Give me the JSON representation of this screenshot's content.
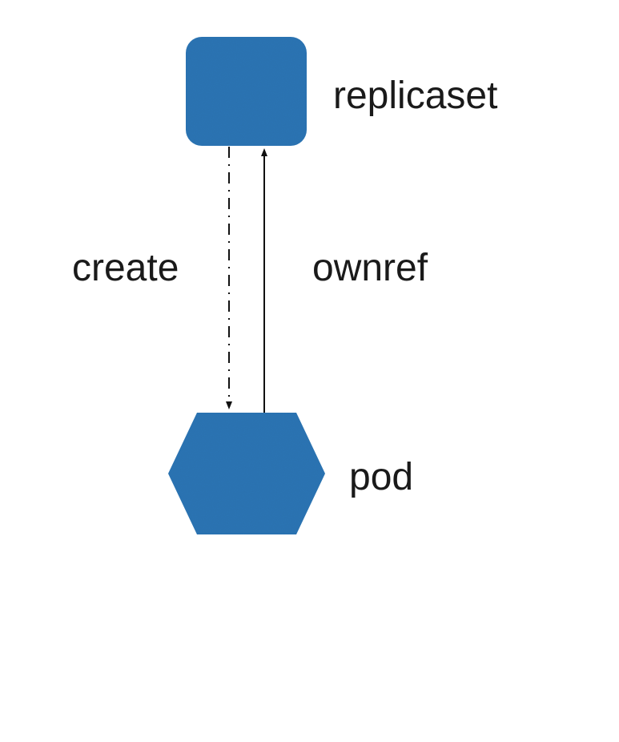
{
  "diagram": {
    "colors": {
      "node_fill": "#2f76b5",
      "line": "#111111",
      "background": "#ffffff"
    },
    "nodes": {
      "replicaset": {
        "shape": "rounded-square",
        "label": "replicaset"
      },
      "pod": {
        "shape": "hexagon",
        "label": "pod"
      }
    },
    "edges": {
      "create": {
        "from": "replicaset",
        "to": "pod",
        "style": "dash-dot",
        "label": "create"
      },
      "ownref": {
        "from": "pod",
        "to": "replicaset",
        "style": "solid",
        "label": "ownref"
      }
    }
  }
}
